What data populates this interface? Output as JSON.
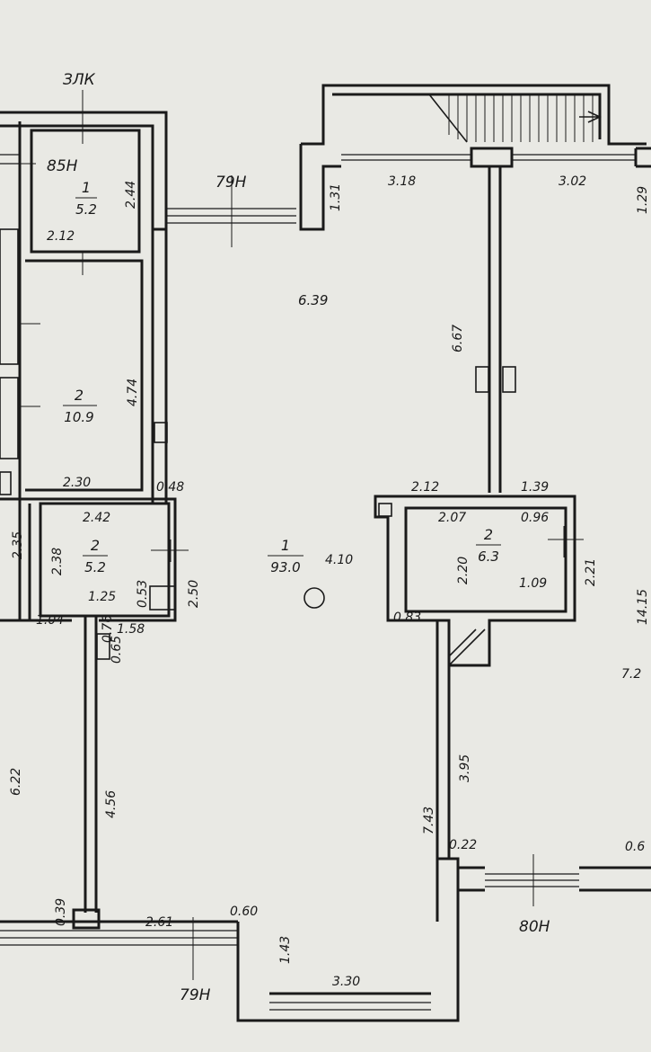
{
  "labels": {
    "balcony_tag": "ЗЛК",
    "win_85h": "85Н",
    "win_79h_top": "79Н",
    "win_79h_bottom": "79Н",
    "win_80h": "80Н"
  },
  "rooms": [
    {
      "num": "1",
      "area": "5.2"
    },
    {
      "num": "2",
      "area": "10.9"
    },
    {
      "num": "2",
      "area": "5.2"
    },
    {
      "num": "1",
      "area": "93.0"
    },
    {
      "num": "2",
      "area": "6.3"
    }
  ],
  "dims": [
    "2.44",
    "2.12",
    "4.74",
    "2.30",
    "0.48",
    "2.42",
    "2.35",
    "2.38",
    "0.53",
    "2.50",
    "1.25",
    "1.58",
    "0.76",
    "0.65",
    "1.04",
    "6.22",
    "4.56",
    "0.39",
    "2.61",
    "0.60",
    "1.43",
    "3.30",
    "1.31",
    "3.18",
    "3.02",
    "1.29",
    "6.39",
    "6.67",
    "4.10",
    "2.12",
    "1.39",
    "2.07",
    "0.96",
    "2.20",
    "2.21",
    "1.09",
    "0.83",
    "14.15",
    "7.2",
    "3.95",
    "7.43",
    "0.22",
    "0.6"
  ]
}
